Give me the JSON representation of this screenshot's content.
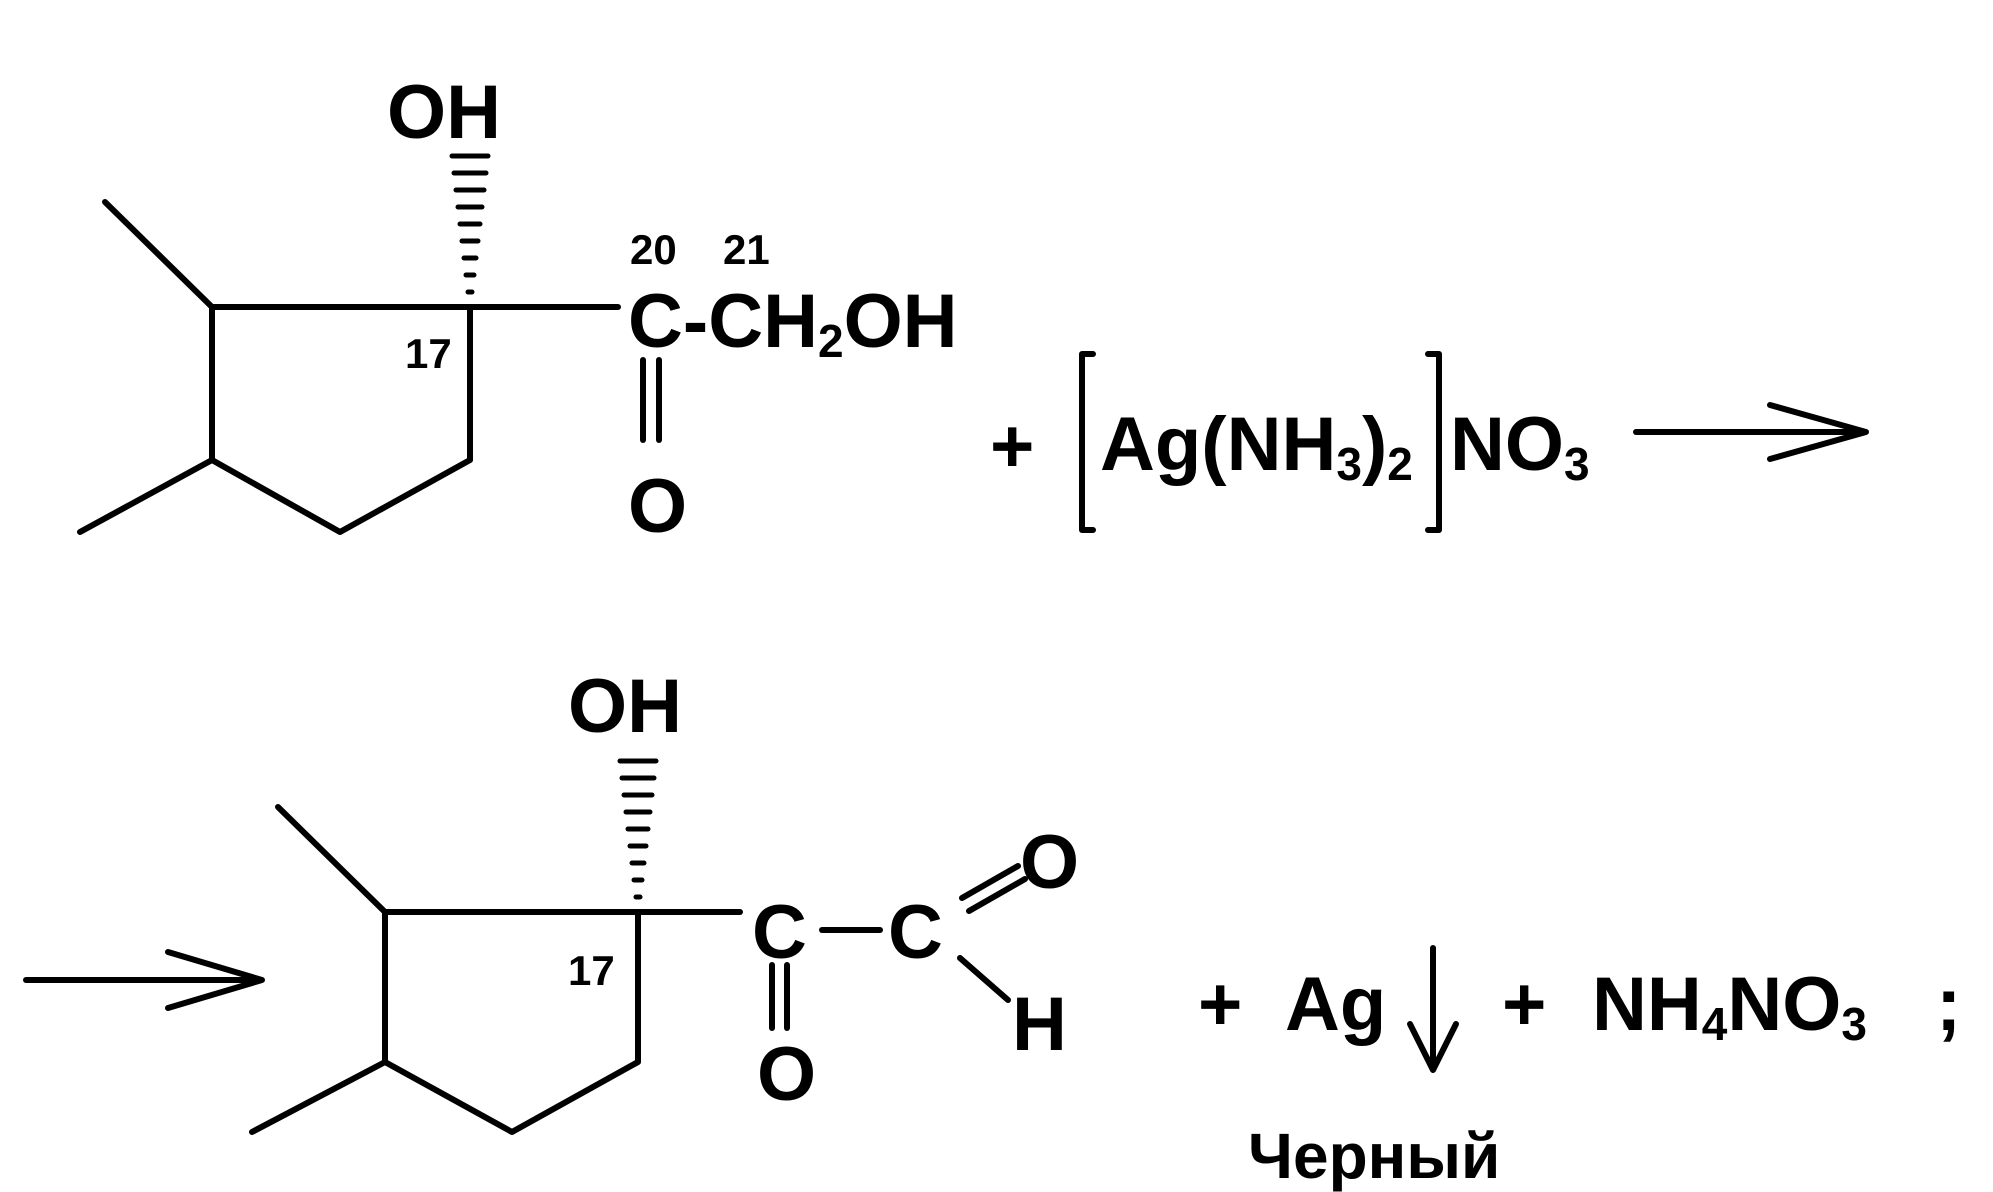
{
  "reactant": {
    "oh_top": "OH",
    "locant_c17": "17",
    "locant_c20": "20",
    "locant_c21": "21",
    "side_chain": "C-CH",
    "side_chain_sub": "2",
    "side_chain_end": "OH",
    "carbonyl_o": "O"
  },
  "reagent": {
    "plus": "+",
    "complex_a": "Ag(NH",
    "sub_a": "3",
    "complex_b": ")",
    "sub_b": "2",
    "counter_ion": "NO",
    "counter_sub": "3"
  },
  "product": {
    "oh_top": "OH",
    "locant_c17": "17",
    "c20": "C",
    "c21": "C",
    "carbonyl_o": "O",
    "aldehyde_o": "O",
    "aldehyde_h": "H"
  },
  "byproducts": {
    "plus_1": "+",
    "silver": "Ag",
    "plus_2": "+",
    "ammonium_a": "NH",
    "ammonium_sub_a": "4",
    "ammonium_b": "NO",
    "ammonium_sub_b": "3",
    "separator": ";",
    "precipitate_note": "Черный"
  }
}
